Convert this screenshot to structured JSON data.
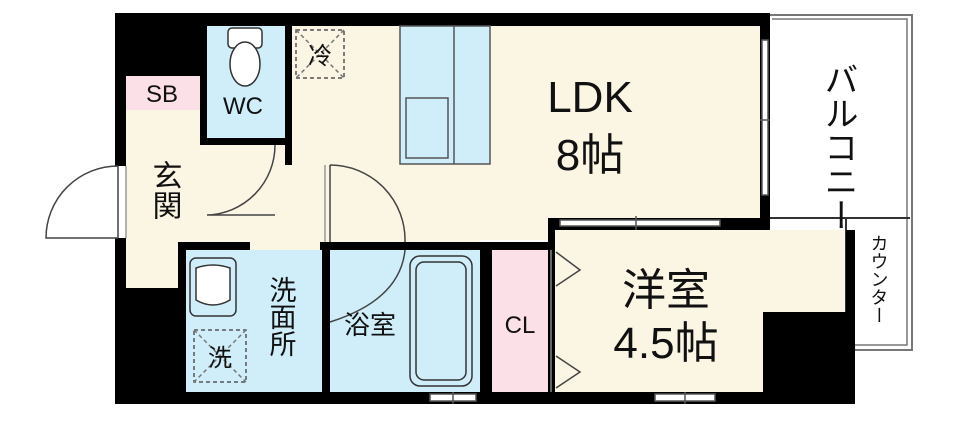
{
  "rooms": {
    "ldk": {
      "name": "LDK",
      "size": "8帖"
    },
    "western_room": {
      "name": "洋室",
      "size": "4.5帖"
    },
    "balcony": {
      "name": "バルコニー"
    },
    "counter": {
      "name": "カウンター"
    },
    "entrance": {
      "name": "玄関"
    },
    "washroom": {
      "name": "洗面所"
    },
    "bathroom": {
      "name": "浴室"
    },
    "toilet": {
      "name": "WC"
    },
    "shoe_box": {
      "name": "SB"
    },
    "closet": {
      "name": "CL"
    },
    "fridge_space": {
      "name": "冷"
    },
    "washer_space": {
      "name": "洗"
    }
  },
  "colors": {
    "wall": "#000000",
    "wet_area": "#cfeefa",
    "living_floor": "#fbf5e3",
    "storage": "#fbe0e8",
    "balcony": "#ffffff"
  }
}
